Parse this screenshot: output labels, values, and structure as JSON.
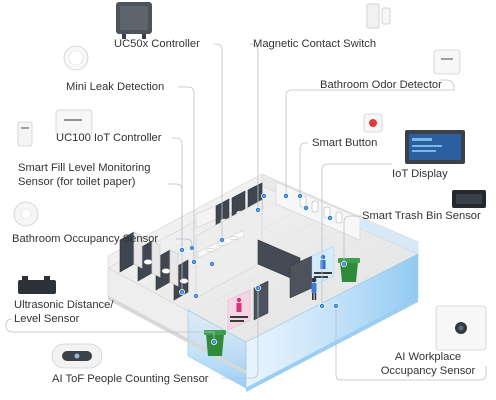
{
  "labels": {
    "uc50x_controller": "UC50x Controller",
    "magnetic_contact_switch": "Magnetic Contact Switch",
    "mini_leak_detection": "Mini Leak Detection",
    "bathroom_odor_detector": "Bathroom Odor Detector",
    "uc100_iot_controller": "UC100 IoT Controller",
    "smart_button": "Smart Button",
    "smart_fill_level_line1": "Smart Fill Level Monitoring",
    "smart_fill_level_line2": "Sensor (for toilet paper)",
    "iot_display": "IoT Display",
    "smart_trash_bin_sensor": "Smart Trash Bin Sensor",
    "bathroom_occupancy_sensor": "Bathroom Occupancy Sensor",
    "ultrasonic_line1": "Ultrasonic Distance/",
    "ultrasonic_line2": "Level Sensor",
    "ai_tof_people_counting_sensor": "AI ToF People Counting Sensor",
    "ai_workplace_line1": "AI Workplace",
    "ai_workplace_line2": "Occupancy Sensor"
  },
  "colors": {
    "leader_line": "#b9c2cc",
    "label_text": "#333333",
    "dot": "#1f6fd1",
    "glass": "#8fc8f2",
    "stall": "#3f4650",
    "floor": "#ececec",
    "wall": "#f5f5f5",
    "bin": "#2f8a3a"
  }
}
